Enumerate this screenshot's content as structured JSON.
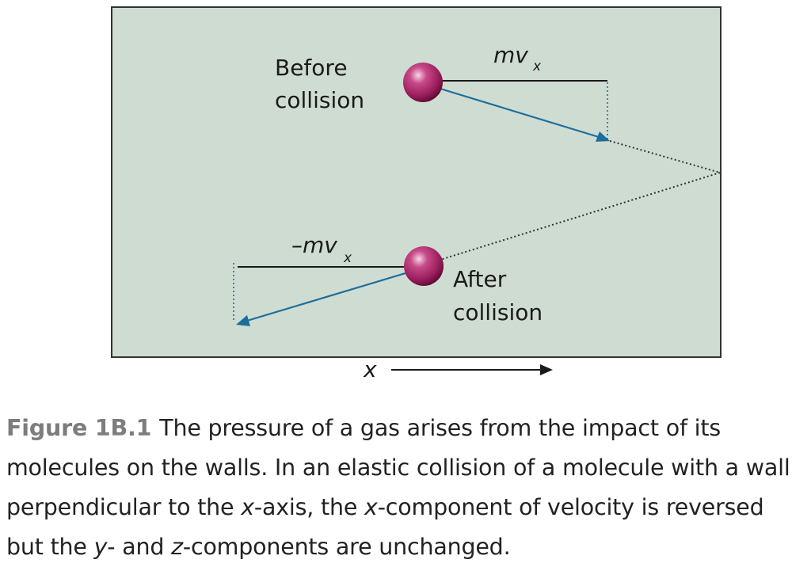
{
  "diagram": {
    "before_label": [
      "Before",
      "collision"
    ],
    "after_label": [
      "After",
      "collision"
    ],
    "momentum_before": {
      "main": "mv",
      "sub": "x"
    },
    "momentum_after": {
      "main": "–mv",
      "sub": "x"
    },
    "axis_label": "x",
    "colors": {
      "box_fill": "#cfdcd2",
      "box_stroke": "#333333",
      "velocity_arrow": "#1b6e9c",
      "molecule": "#9a1d5c",
      "path_dotted": "#333333"
    }
  },
  "caption": {
    "figure_label": "Figure 1B.1",
    "segments": [
      {
        "text": "The pressure of a gas arises from the impact of its molecules on the walls. In an elastic collision of a molecule with a wall perpendicular to the ",
        "italic": false
      },
      {
        "text": "x",
        "italic": true
      },
      {
        "text": "-axis, the ",
        "italic": false
      },
      {
        "text": "x",
        "italic": true
      },
      {
        "text": "-component of velocity is reversed but the ",
        "italic": false
      },
      {
        "text": "y",
        "italic": true
      },
      {
        "text": "- and ",
        "italic": false
      },
      {
        "text": "z",
        "italic": true
      },
      {
        "text": "-components are unchanged.",
        "italic": false
      }
    ]
  }
}
